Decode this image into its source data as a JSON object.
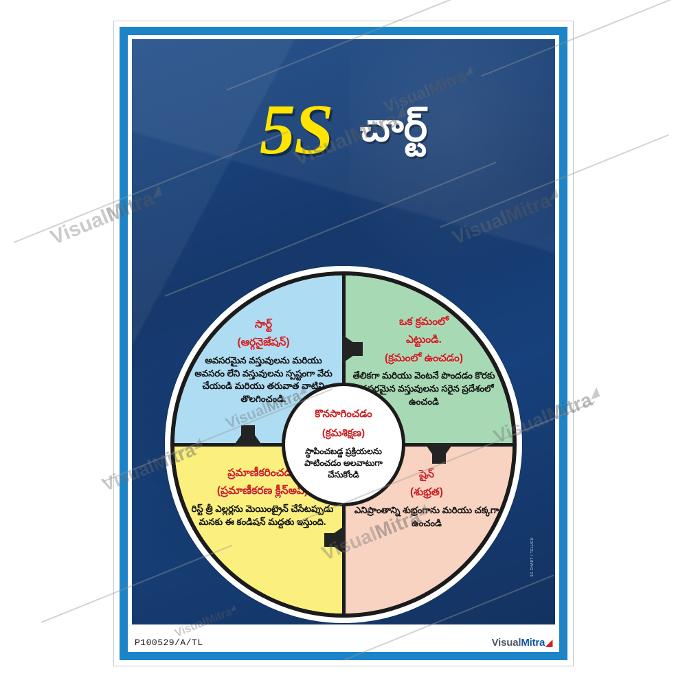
{
  "poster": {
    "title_5s": "5S",
    "title_telugu": "చార్ట్",
    "doc_code": "P100529/A/TL",
    "side_code": "5S CHART / TELUGU",
    "brand": {
      "part1": "Visual",
      "part2": "Mitra",
      "mark": "◢"
    }
  },
  "colors": {
    "frame_blue": "#1d84c8",
    "field_navy": "#173a6d",
    "title_yellow": "#ffe500",
    "heading_red": "#cc1f22",
    "q_sort": "#aedcf2",
    "q_set": "#a8d9b5",
    "q_shine": "#f8d3c2",
    "q_standardize": "#fbf07e",
    "hub": "#ffffff",
    "arrow": "#232323"
  },
  "wheel": {
    "quadrants": [
      {
        "key": "sort",
        "position": "top-left",
        "heading": "సార్ట్\n(ఆర్గనైజేషన్)",
        "heading_line1": "సార్ట్",
        "heading_line2": "(ఆర్గనైజేషన్)",
        "body": "అవసరమైన వస్తువులను మరియు అవసరం లేని వస్తువులను స్పష్టంగా వేరు చేయండి మరియు తరువాత వాటిని తొలగించండి."
      },
      {
        "key": "set-in-order",
        "position": "top-right",
        "heading_line1": "ఒక క్రమంలో",
        "heading_line2": "ఎట్టుండి.",
        "heading_line3": "(క్రమంలో ఉంచడం)",
        "body": "తేలికగా మరియు వెంటనే పొందడం కొరకు అవసరమైన వస్తువులను సరైన ప్రదేశంలో ఉంచండి"
      },
      {
        "key": "shine",
        "position": "bottom-right",
        "heading_line1": "షైన్",
        "heading_line2": "(శుభ్రత)",
        "body": "ఎనిప్రాంతాన్ని శుభ్రంగాను మరియు చక్కగా ఉంచండి"
      },
      {
        "key": "standardize",
        "position": "bottom-left",
        "heading_line1": "ప్రమాణీకరించడం",
        "heading_line2": "(ప్రమాణీకరణ క్లీన్అప్)",
        "body": "రిస్ట్ త్రీ ఎల్లర్లను మెయింట్రైన్ చేసేటప్పుడు మనకు ఈ కండిషన్ మద్దతు ఇస్తుంది."
      }
    ],
    "center": {
      "key": "sustain",
      "heading_line1": "కొనసాగించడం",
      "heading_line2": "(క్రమశిక్షణ)",
      "body": "స్థాపించబడ్డ ప్రక్రియలను పాటించడం అలవాటుగా చేసుకోండి"
    },
    "arrows": [
      {
        "name": "arrow-sort-to-set",
        "direction": "right"
      },
      {
        "name": "arrow-set-to-shine",
        "direction": "down"
      },
      {
        "name": "arrow-shine-to-standardize",
        "direction": "left"
      },
      {
        "name": "arrow-standardize-to-sort",
        "direction": "up"
      }
    ]
  },
  "watermark": {
    "text_part1": "Visual",
    "text_part2": "Mitra",
    "mark": "◢"
  }
}
